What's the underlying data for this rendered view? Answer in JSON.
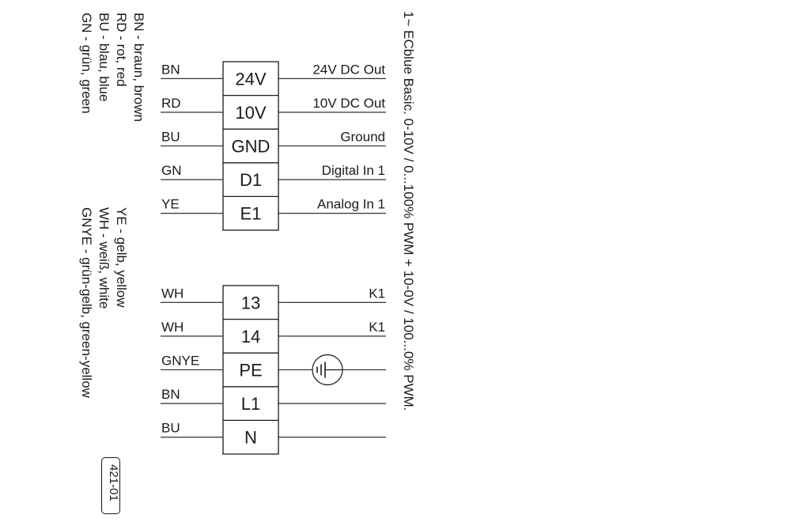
{
  "title": "1~ ECblue Basic.  0-10V / 0...100% PWM + 10-0V / 100...0% PWM.",
  "legend_group1": [
    "BN  -  braun, brown",
    "RD  -  rot, red",
    "BU  -  blau, blue",
    "GN  -  grün, green"
  ],
  "legend_group2": [
    "YE     - gelb, yellow",
    "WH    - weiß, white",
    "GNYE - grün-gelb, green-yellow"
  ],
  "doc_id": "421-01",
  "control_block": [
    {
      "wire": "BN",
      "terminal": "24V",
      "signal": "24V  DC Out"
    },
    {
      "wire": "RD",
      "terminal": "10V",
      "signal": "10V  DC Out"
    },
    {
      "wire": "BU",
      "terminal": "GND",
      "signal": "Ground"
    },
    {
      "wire": "GN",
      "terminal": "D1",
      "signal": "Digital In 1"
    },
    {
      "wire": "YE",
      "terminal": "E1",
      "signal": "Analog In 1"
    }
  ],
  "power_block": [
    {
      "wire": "WH",
      "terminal": "13",
      "signal": "K1"
    },
    {
      "wire": "WH",
      "terminal": "14",
      "signal": "K1"
    },
    {
      "wire": "GNYE",
      "terminal": "PE",
      "signal": "",
      "symbol": "ground-icon"
    },
    {
      "wire": "BN",
      "terminal": "L1",
      "signal": ""
    },
    {
      "wire": "BU",
      "terminal": "N",
      "signal": ""
    }
  ]
}
